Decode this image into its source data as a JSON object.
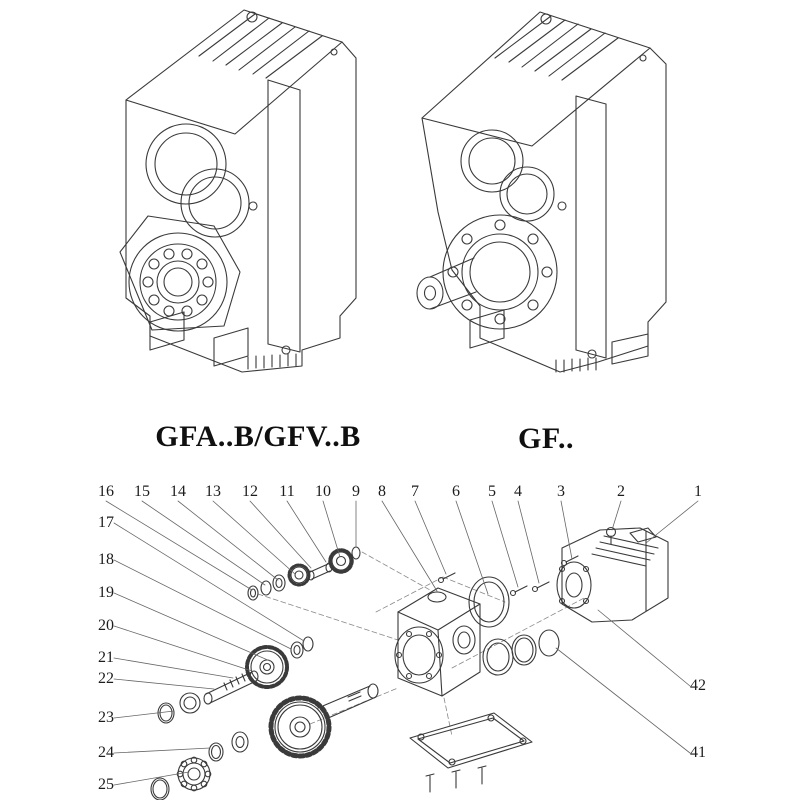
{
  "page": {
    "background": "#ffffff",
    "line_color": "#3a3a3a"
  },
  "figures": {
    "left": {
      "label": "GFA..B/GFV..B"
    },
    "right": {
      "label": "GF.."
    }
  },
  "exploded_view": {
    "callouts_top": [
      "16",
      "15",
      "14",
      "13",
      "12",
      "11",
      "10",
      "9",
      "8",
      "7",
      "6",
      "5",
      "4",
      "3",
      "2",
      "1"
    ],
    "callouts_left": [
      "17",
      "18",
      "19",
      "20",
      "21",
      "22",
      "23",
      "24",
      "25"
    ],
    "callouts_right": [
      "42",
      "41"
    ]
  }
}
